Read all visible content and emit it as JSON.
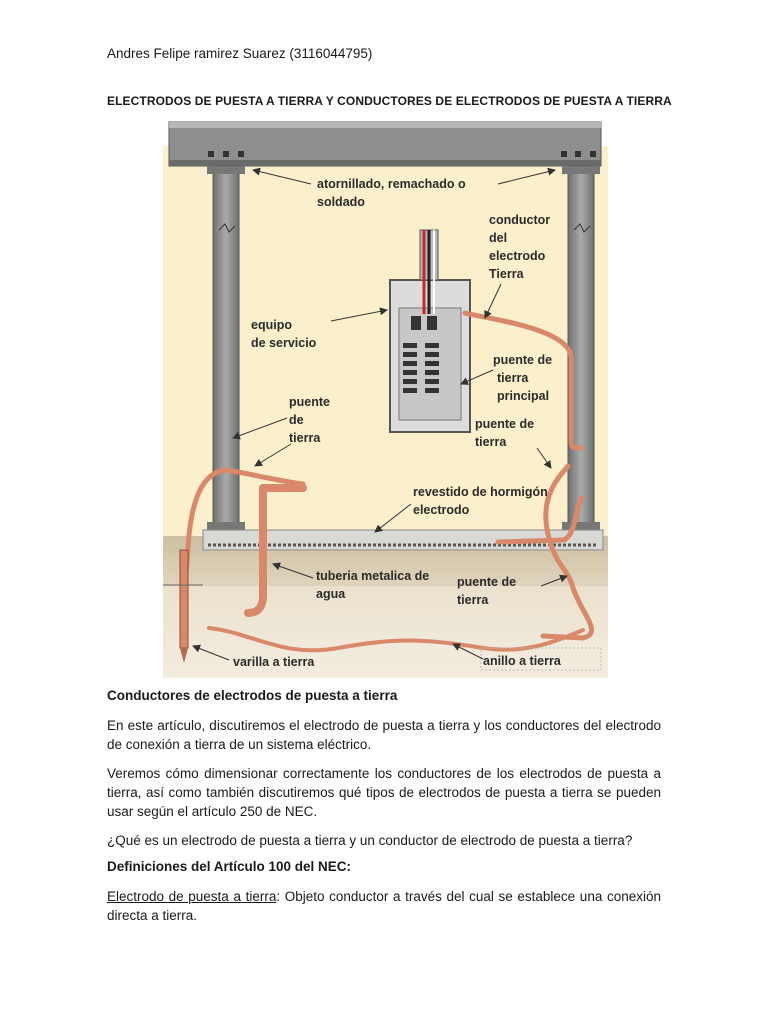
{
  "header": {
    "author": "Andres Felipe ramirez Suarez (3116044795)",
    "title": "ELECTRODOS DE PUESTA A TIERRA Y CONDUCTORES DE ELECTRODOS DE PUESTA A TIERRA"
  },
  "figure": {
    "labels": {
      "atornillado_1": "atornillado, remachado o",
      "atornillado_2": "soldado",
      "conductor_1": "conductor",
      "conductor_2": "del",
      "conductor_3": "electrodo",
      "conductor_4": "Tierra",
      "equipo_1": "equipo",
      "equipo_2": "de servicio",
      "puente_principal_1": "puente de",
      "puente_principal_2": "tierra",
      "puente_principal_3": "principal",
      "puente_left_1": "puente",
      "puente_left_2": "de",
      "puente_left_3": "tierra",
      "puente_right_1": "puente de",
      "puente_right_2": "tierra",
      "revestido_1": "revestido de hormigón",
      "revestido_2": "electrodo",
      "tuberia_1": "tuberia metalica de",
      "tuberia_2": "agua",
      "puente_bottom_1": "puente de",
      "puente_bottom_2": "tierra",
      "varilla": "varilla a tierra",
      "anillo": "anillo a tierra"
    }
  },
  "section": {
    "heading": "Conductores de electrodos de puesta a tierra",
    "p1": "En este artículo, discutiremos el electrodo de puesta a tierra y los conductores del electrodo de conexión a tierra de un sistema eléctrico.",
    "p2": " Veremos cómo dimensionar correctamente los conductores de los electrodos de puesta a tierra, así como también discutiremos qué tipos de electrodos de puesta a tierra se pueden usar según el artículo 250 de NEC.",
    "p3": "¿Qué es un electrodo de puesta a tierra y un conductor de electrodo de puesta a tierra?",
    "def_heading": "Definiciones del Artículo 100 del NEC:",
    "def_term": "Electrodo de puesta a tierra",
    "def_text": ": Objeto conductor a través del cual se establece una conexión directa a tierra."
  }
}
